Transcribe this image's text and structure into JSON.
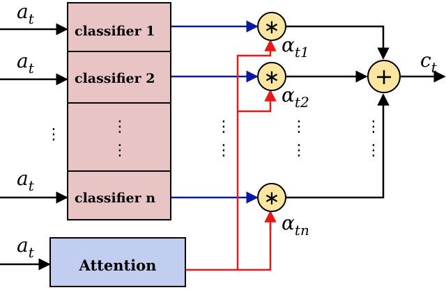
{
  "inputs": {
    "a1": "a",
    "a1_sub": "t",
    "a2": "a",
    "a2_sub": "t",
    "an": "a",
    "an_sub": "t",
    "att": "a",
    "att_sub": "t"
  },
  "classifiers": {
    "c1": "classifier 1",
    "c2": "classifier 2",
    "cn": "classifier n",
    "ellipsis": "⋮"
  },
  "attention": {
    "label": "Attention"
  },
  "multipliers": {
    "symbol": "∗"
  },
  "weights": {
    "w1": "α",
    "w1_sub": "t1",
    "w2": "α",
    "w2_sub": "t2",
    "wn": "α",
    "wn_sub": "tn"
  },
  "sum": {
    "symbol": "+"
  },
  "output": {
    "main": "c",
    "sub": "t"
  },
  "colors": {
    "classifier_fill": "#e8c4c4",
    "attention_fill": "#c2cef0",
    "node_fill": "#fae6a0",
    "blue": "#0a1aa0",
    "red": "#e81818",
    "black": "#000000"
  }
}
